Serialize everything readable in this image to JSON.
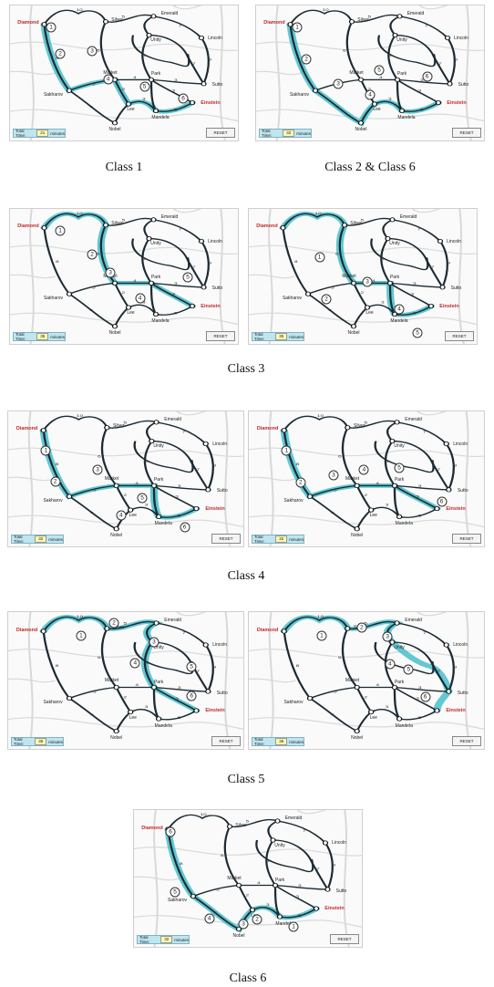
{
  "panels": [
    {
      "caption_key": 0,
      "time": "21",
      "circles": [
        [
          "1",
          18,
          16
        ],
        [
          "2",
          22,
          36
        ],
        [
          "3",
          36,
          34
        ],
        [
          "4",
          43,
          55
        ],
        [
          "5",
          59,
          60
        ],
        [
          "6",
          76,
          69
        ]
      ],
      "route": "c1"
    },
    {
      "caption_key": 1,
      "time": "32",
      "circles": [
        [
          "1",
          18,
          16
        ],
        [
          "2",
          22,
          40
        ],
        [
          "3",
          36,
          58
        ],
        [
          "4",
          50,
          66
        ],
        [
          "5",
          54,
          48
        ],
        [
          "6",
          75,
          53
        ]
      ],
      "route": "c2"
    },
    {
      "caption_key": 2,
      "time": "35",
      "circles": [
        [
          "1",
          22,
          16
        ],
        [
          "2",
          36,
          34
        ],
        [
          "3",
          44,
          47
        ],
        [
          "4",
          57,
          66
        ],
        [
          "5",
          78,
          51
        ]
      ],
      "route": "c3a"
    },
    {
      "caption_key": 2,
      "time": "35",
      "circles": [
        [
          "1",
          31,
          36
        ],
        [
          "2",
          34,
          67
        ],
        [
          "3",
          52,
          54
        ],
        [
          "4",
          66,
          74
        ],
        [
          "5",
          74,
          92
        ]
      ],
      "route": "c3b"
    },
    {
      "caption_key": 3,
      "time": "32",
      "circles": [
        [
          "1",
          16,
          29
        ],
        [
          "2",
          20,
          52
        ],
        [
          "3",
          38,
          43
        ],
        [
          "4",
          48,
          77
        ],
        [
          "5",
          57,
          64
        ],
        [
          "6",
          75,
          86
        ]
      ],
      "route": "c4a"
    },
    {
      "caption_key": 3,
      "time": "32",
      "circles": [
        [
          "1",
          16,
          29
        ],
        [
          "2",
          22,
          53
        ],
        [
          "3",
          36,
          47
        ],
        [
          "4",
          49,
          43
        ],
        [
          "5",
          64,
          42
        ],
        [
          "6",
          82,
          67
        ]
      ],
      "route": "c4b"
    },
    {
      "caption_key": 4,
      "time": "35",
      "circles": [
        [
          "1",
          31,
          17
        ],
        [
          "2",
          45,
          8
        ],
        [
          "3",
          62,
          22
        ],
        [
          "4",
          54,
          37
        ],
        [
          "5",
          78,
          40
        ],
        [
          "6",
          78,
          61
        ]
      ],
      "route": "c5a"
    },
    {
      "caption_key": 4,
      "time": "36",
      "circles": [
        [
          "1",
          31,
          17
        ],
        [
          "2",
          48,
          11
        ],
        [
          "3",
          59,
          18
        ],
        [
          "4",
          60,
          38
        ],
        [
          "5",
          68,
          42
        ],
        [
          "6",
          75,
          62
        ]
      ],
      "route": "c5b"
    },
    {
      "caption_key": 5,
      "time": "32",
      "circles": [
        [
          "6",
          16,
          16
        ],
        [
          "5",
          18,
          60
        ],
        [
          "4",
          33,
          79
        ],
        [
          "3",
          48,
          83
        ],
        [
          "2",
          54,
          80
        ],
        [
          "1",
          70,
          85
        ]
      ],
      "route": "c6"
    }
  ],
  "captions": [
    "Class 1",
    "Class 2 & Class 6",
    "Class 3",
    "Class 4",
    "Class 5",
    "Class 6"
  ],
  "stations": {
    "diamond": "Diamond",
    "silver": "Silver",
    "emerald": "Emerald",
    "unity": "Unity",
    "lincoln": "Lincoln",
    "market": "Market",
    "park": "Park",
    "sutto": "Sutto",
    "sakharov": "Sakharov",
    "lee": "Lee",
    "mandela": "Mandela",
    "nobel": "Nobel",
    "einstein": "Einstein"
  },
  "ui": {
    "total_time_label": "Total Time:",
    "minutes_label": "minutes",
    "reset_label": "RESET"
  },
  "colors": {
    "route_highlight": "#2fb7c4",
    "track": "#1c2b33",
    "background_lines": "#d9d9d9",
    "terminal_label": "#c62828"
  }
}
